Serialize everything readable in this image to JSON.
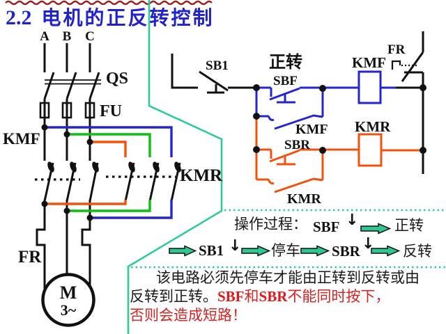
{
  "title": {
    "number": "2.2",
    "text": "电机的正反转控制"
  },
  "main_circuit": {
    "phases": [
      "A",
      "B",
      "C"
    ],
    "switch_label": "QS",
    "fuse_label": "FU",
    "forward_contactor_label": "KMF",
    "reverse_contactor_label": "KMR",
    "thermal_relay_label": "FR",
    "motor_letter": "M",
    "motor_phase": "3~"
  },
  "control_circuit": {
    "stop_button_label": "SB1",
    "forward_caption": "正转",
    "forward_button_label": "SBF",
    "forward_aux_contact_label": "KMF",
    "forward_coil_label": "KMF",
    "reverse_button_label": "SBR",
    "reverse_aux_contact_label": "KMR",
    "reverse_coil_label": "KMR",
    "thermal_contact_label": "FR"
  },
  "operation": {
    "heading": "操作过程：",
    "press_arrow": "↓",
    "row1": {
      "button": "SBF",
      "result": "正转"
    },
    "row2": {
      "button_stop": "SB1",
      "state": "停车",
      "button_reverse": "SBR",
      "result": "反转"
    }
  },
  "note": {
    "line1": "该电路必须先停车才能由正转到反转或由",
    "line2_black": "反转到正转。",
    "line2_sbf": "SBF",
    "line2_and": "和",
    "line2_sbr": "SBR",
    "line2_tail": "不能同时按下，",
    "line3": "否则会造成短路！"
  },
  "colors": {
    "title_blue": "#2121cd",
    "wire_blue": "#2525cf",
    "wire_green": "#0cc20c",
    "wire_orange": "#f4510c",
    "callout_teal": "#2fcb96",
    "arrow_fill": "#2fc690",
    "warning_red": "#da2020",
    "forward_purple": "#7b74d8",
    "motor_orange": "#e8470b"
  }
}
